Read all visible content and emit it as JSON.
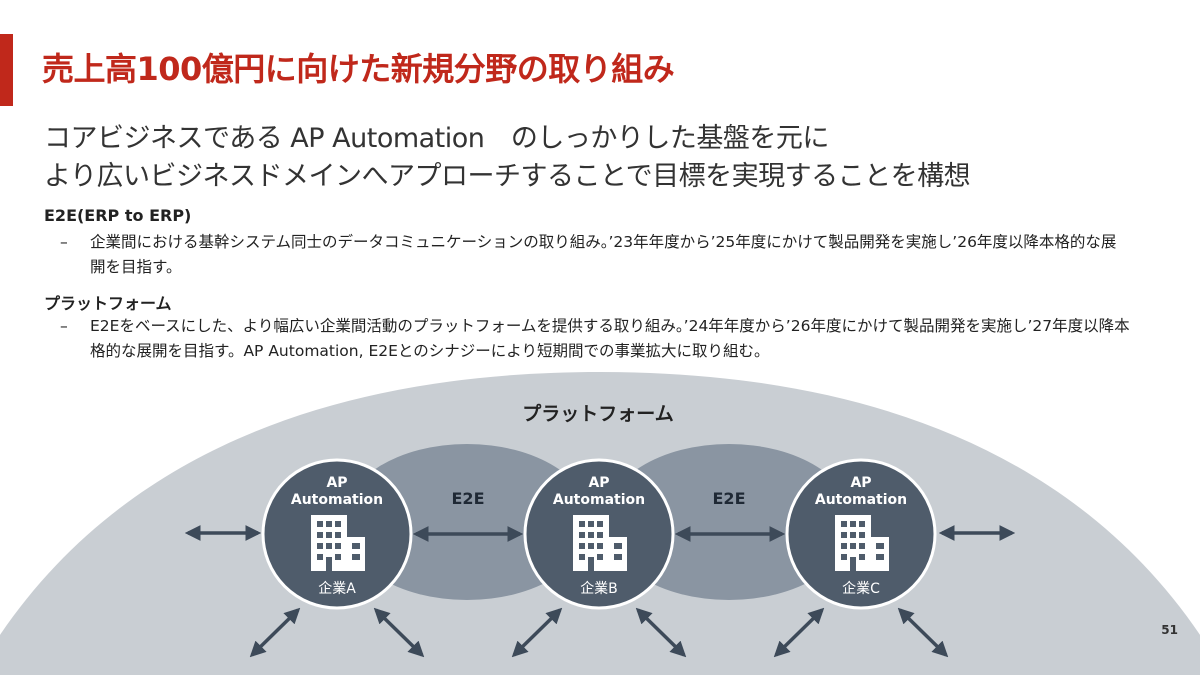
{
  "slide": {
    "title": "売上高100億円に向けた新規分野の取り組み",
    "subtitle_line1": "コアビジネスである AP Automation　のしっかりした基盤を元に",
    "subtitle_line2": "より広いビジネスドメインへアプローチすることで目標を実現することを構想",
    "page_number": "51"
  },
  "sections": [
    {
      "heading": "E2E(ERP to ERP)",
      "dash": "–",
      "text": "企業間における基幹システム同士のデータコミュニケーションの取り組み。’23年年度から’25年度にかけて製品開発を実施し’26年度以降本格的な展開を目指す。"
    },
    {
      "heading": "プラットフォーム",
      "dash": "–",
      "text": "E2Eをベースにした、より幅広い企業間活動のプラットフォームを提供する取り組み。’24年年度から’26年度にかけて製品開発を実施し’27年度以降本格的な展開を目指す。AP Automation, E2Eとのシナジーにより短期間での事業拡大に取り組む。"
    }
  ],
  "diagram": {
    "platform_label": "プラットフォーム",
    "link_labels": [
      "E2E",
      "E2E"
    ],
    "companies": [
      {
        "product_line1": "AP",
        "product_line2": "Automation",
        "name": "企業A"
      },
      {
        "product_line1": "AP",
        "product_line2": "Automation",
        "name": "企業B"
      },
      {
        "product_line1": "AP",
        "product_line2": "Automation",
        "name": "企業C"
      }
    ],
    "icon": "office-building-icon",
    "colors": {
      "dome": "#c9ced3",
      "e2e_ellipse": "#8a95a2",
      "node": "#4f5c6b",
      "node_border": "#ffffff",
      "arrow": "#3d4a59",
      "title": "#c0281b"
    }
  }
}
